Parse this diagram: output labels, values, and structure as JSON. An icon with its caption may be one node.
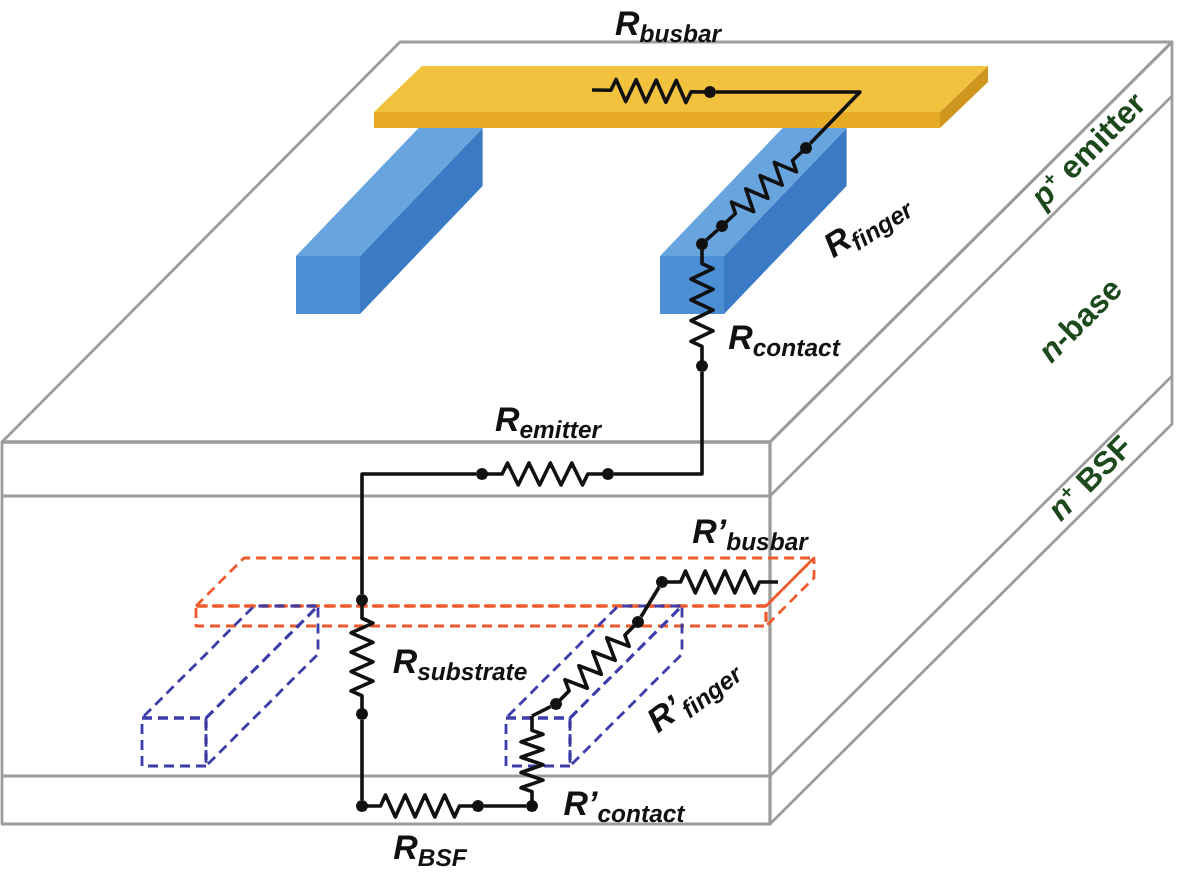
{
  "diagram": {
    "nodes": [
      {
        "text": [],
        "shape": "resistor",
        "beside": [
          "R$_{busbar}$"
        ]
      },
      {
        "text": [],
        "shape": "resistor",
        "beside": [
          "R$_{finger}$"
        ]
      },
      {
        "text": [],
        "shape": "resistor",
        "beside": [
          "R$_{contact}$"
        ]
      },
      {
        "text": [],
        "shape": "resistor",
        "beside": [
          "R$_{emitter}$"
        ]
      },
      {
        "text": [],
        "shape": "resistor",
        "beside": [
          "R$_{substrate}$"
        ]
      },
      {
        "text": [],
        "shape": "resistor",
        "beside": [
          "R$_{BSF}$"
        ]
      },
      {
        "text": [],
        "shape": "resistor",
        "beside": [
          "R’$_{contact}$"
        ]
      },
      {
        "text": [],
        "shape": "resistor",
        "beside": [
          "R’$_{finger}$"
        ]
      },
      {
        "text": [],
        "shape": "resistor",
        "beside": [
          "R’$_{busbar}$"
        ]
      }
    ],
    "edges": [
      {
        "from": 0,
        "to": 1,
        "arrow": "none"
      },
      {
        "from": 1,
        "to": 2,
        "arrow": "none"
      },
      {
        "from": 2,
        "to": 3,
        "arrow": "none"
      },
      {
        "from": 3,
        "to": 4,
        "arrow": "none"
      },
      {
        "from": 4,
        "to": 5,
        "arrow": "none"
      },
      {
        "from": 5,
        "to": 6,
        "arrow": "none"
      },
      {
        "from": 6,
        "to": 7,
        "arrow": "none"
      },
      {
        "from": 7,
        "to": 8,
        "arrow": "none"
      }
    ],
    "labels": [
      "*p*$^{+}$ emitter",
      "*n*-base",
      "*n*$^{+}$ BSF"
    ]
  }
}
